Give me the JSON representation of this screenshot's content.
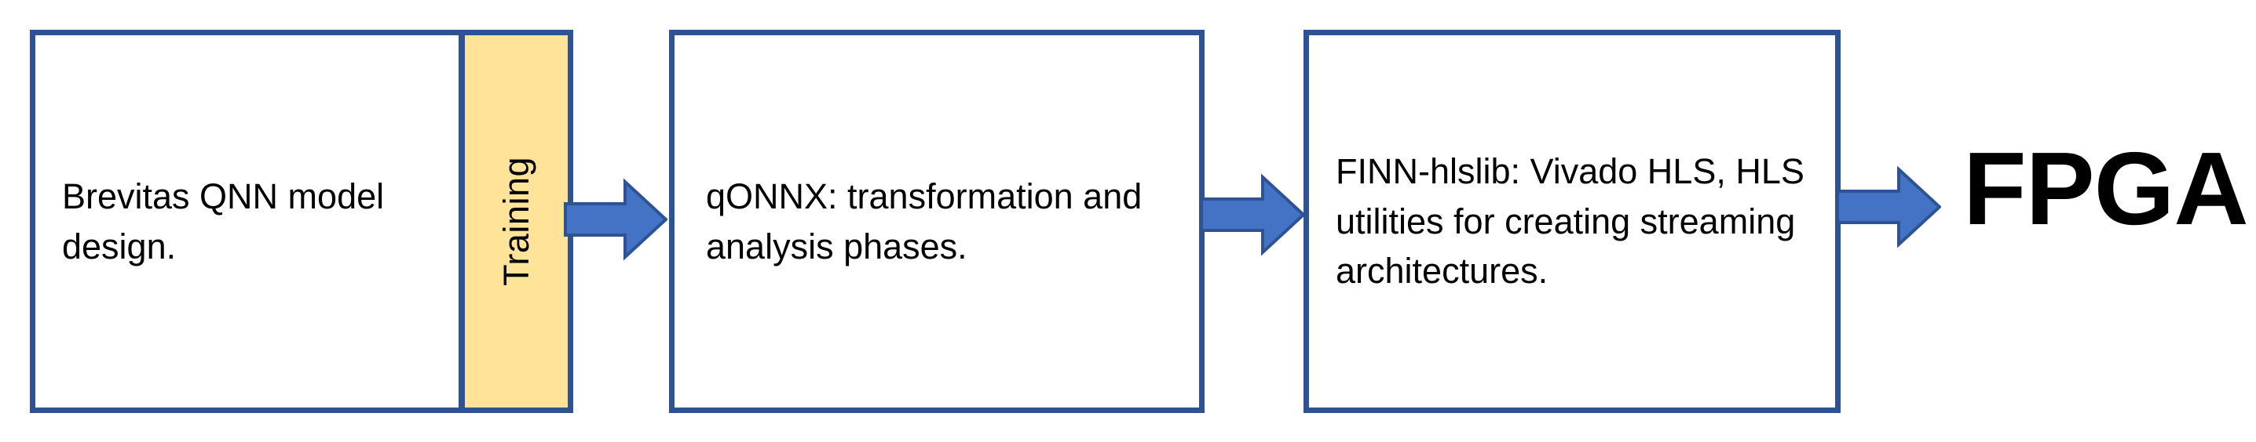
{
  "diagram": {
    "title": "FINN FPGA quantized neural network design flow",
    "type": "left-to-right process flow",
    "colors": {
      "box_border": "#2E5395",
      "box_fill": "#FFFFFF",
      "training_fill": "#FFE398",
      "arrow_fill": "#4472C4",
      "arrow_stroke": "#2E5395",
      "text": "#000000",
      "background": "#FFFFFF"
    },
    "stages": [
      {
        "id": "brevitas",
        "kind": "process-box",
        "text": "Brevitas QNN model design.",
        "lines": [
          "Brevitas QNN model",
          "design."
        ]
      },
      {
        "id": "training",
        "kind": "vertical-band",
        "text": "Training",
        "orientation": "vertical-bottom-to-top",
        "fill": "#FFE398"
      },
      {
        "id": "qonnx",
        "kind": "process-box",
        "text": "qONNX: transformation and analysis phases.",
        "lines": [
          "qONNX: transformation",
          "and analysis phases."
        ]
      },
      {
        "id": "finn-hlslib",
        "kind": "process-box",
        "text": "FINN-hlslib: Vivado HLS, HLS utilities for creating streaming architectures.",
        "lines": [
          "FINN-hlslib: Vivado HLS,",
          "HLS utilities for creating",
          "streaming architectures."
        ]
      },
      {
        "id": "fpga",
        "kind": "terminal-label",
        "text": "FPGA",
        "style": "bold"
      }
    ],
    "connectors": [
      {
        "id": "arrow-1",
        "from": "training",
        "to": "qonnx",
        "glyph": "right-block-arrow"
      },
      {
        "id": "arrow-2",
        "from": "qonnx",
        "to": "finn-hlslib",
        "glyph": "right-block-arrow"
      },
      {
        "id": "arrow-3",
        "from": "finn-hlslib",
        "to": "fpga",
        "glyph": "right-block-arrow"
      }
    ]
  }
}
